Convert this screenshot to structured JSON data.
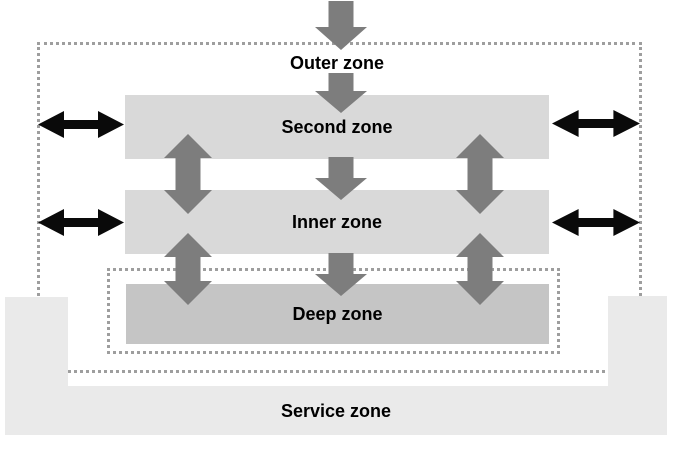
{
  "colors": {
    "background": "#ffffff",
    "bar": "#d9d9d9",
    "bar_deep": "#c5c5c5",
    "service": "#eaeaea",
    "arrow": "#7d7d7d",
    "black_arrow": "#0a0a0a",
    "dotted_border": "#9e9e9e",
    "label_text": "#000000"
  },
  "zones": {
    "outer": {
      "label": "Outer zone"
    },
    "second": {
      "label": "Second zone"
    },
    "inner": {
      "label": "Inner zone"
    },
    "deep": {
      "label": "Deep zone"
    },
    "service": {
      "label": "Service zone"
    }
  },
  "icons": {
    "down_arrow": "solid gray downward arrow",
    "vertical_double_arrow": "solid gray double-headed vertical arrow",
    "horizontal_double_arrow": "solid black double-headed horizontal arrow"
  }
}
